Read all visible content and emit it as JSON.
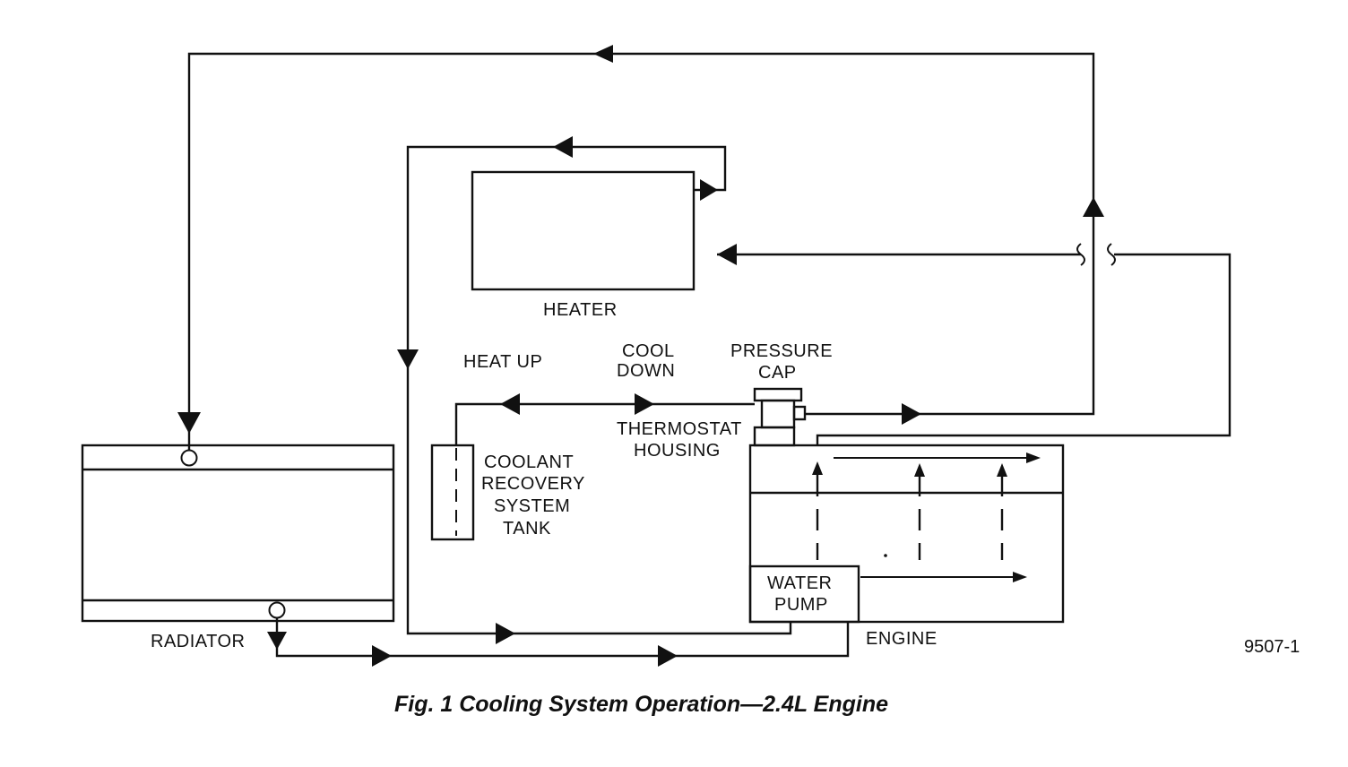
{
  "figure": {
    "caption": "Fig. 1 Cooling System Operation—2.4L Engine",
    "code": "9507-1"
  },
  "labels": {
    "heater": "HEATER",
    "heat_up": "HEAT UP",
    "cool_down": [
      "COOL",
      "DOWN"
    ],
    "pressure_cap": [
      "PRESSURE",
      "CAP"
    ],
    "thermostat_housing": [
      "THERMOSTAT",
      "HOUSING"
    ],
    "coolant_tank": [
      "COOLANT",
      "RECOVERY",
      "SYSTEM",
      "TANK"
    ],
    "water_pump": [
      "WATER",
      "PUMP"
    ],
    "radiator": "RADIATOR",
    "engine": "ENGINE"
  }
}
